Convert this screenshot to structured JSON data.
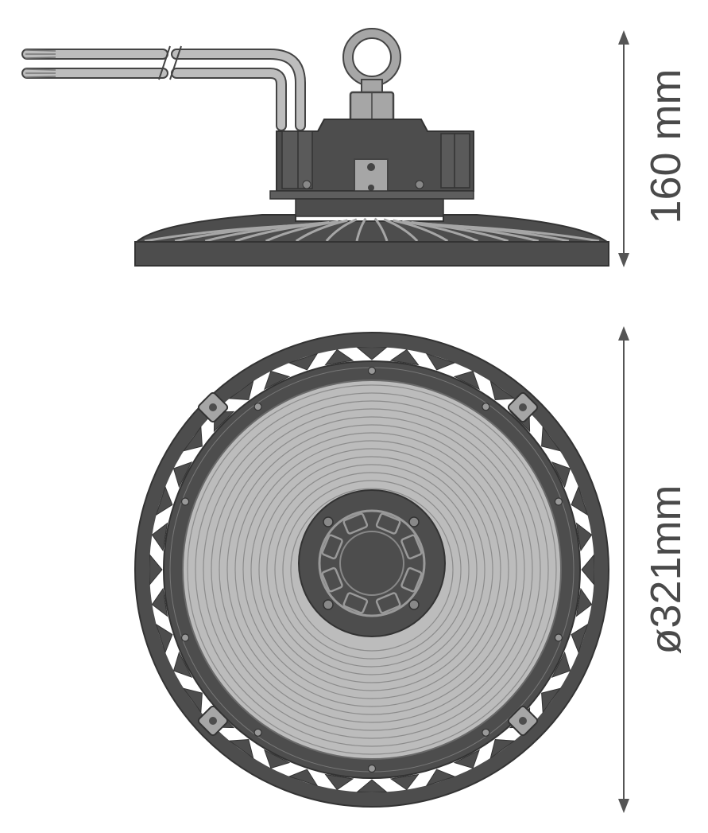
{
  "dimensions": {
    "height_label": "160 mm",
    "diameter_label": "ø321mm"
  },
  "colors": {
    "body": "#4d4d4d",
    "light_gray": "#a6a6a6",
    "lens": "#bcbcbc",
    "outline": "#444444",
    "arrow": "#555555"
  },
  "views": {
    "side": {
      "rib_count": 16
    },
    "top": {
      "fin_count": 40,
      "ring_count": 14
    }
  }
}
